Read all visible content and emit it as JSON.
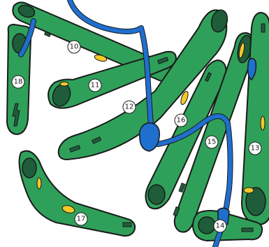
{
  "holes": [
    {
      "id": "hole-10",
      "label": "10"
    },
    {
      "id": "hole-11",
      "label": "11"
    },
    {
      "id": "hole-12",
      "label": "12"
    },
    {
      "id": "hole-13",
      "label": "13"
    },
    {
      "id": "hole-14",
      "label": "14"
    },
    {
      "id": "hole-15",
      "label": "15"
    },
    {
      "id": "hole-16",
      "label": "16"
    },
    {
      "id": "hole-17",
      "label": "17"
    },
    {
      "id": "hole-18",
      "label": "18"
    }
  ],
  "colors": {
    "fairway": "#2fa05a",
    "green": "#1f5d3a",
    "bunker": "#f4c92a",
    "water": "#1f6fcf",
    "outline": "#1a1a1a"
  }
}
